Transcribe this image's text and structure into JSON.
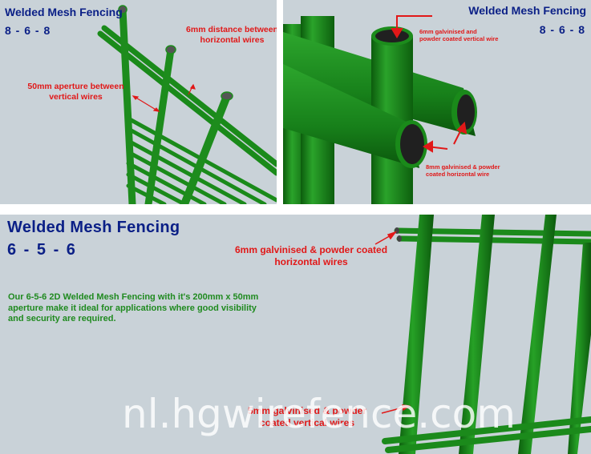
{
  "panel_top_left": {
    "title": "Welded Mesh Fencing",
    "code": "8 - 6 - 8",
    "label_horizontal_distance": "6mm distance between horizontal wires",
    "label_aperture": "50mm aperture between vertical wires"
  },
  "panel_top_right": {
    "title": "Welded Mesh Fencing",
    "code": "8 - 6 - 8",
    "label_vertical_wire": "6mm galvinised and powder coated vertical wire",
    "label_horizontal_wire": "8mm galvinised & powder coated horizontal wire"
  },
  "panel_bottom": {
    "title": "Welded Mesh Fencing",
    "code": "6 - 5 - 6",
    "label_horizontal_wires": "6mm galvinised & powder coated horizontal wires",
    "label_vertical_wires": "5mm galvinised & powder coated vertical wires",
    "description": "Our 6-5-6 2D Welded Mesh Fencing with it's 200mm x 50mm aperture make it ideal for applications where good visibility and security are required."
  },
  "watermark": "nl.hgwirefence.com",
  "colors": {
    "background": "#c9d2d8",
    "wire_green": "#1b8a1b",
    "title_blue": "#0a1f86",
    "label_red": "#e11818",
    "description_green": "#1f8a1f"
  }
}
